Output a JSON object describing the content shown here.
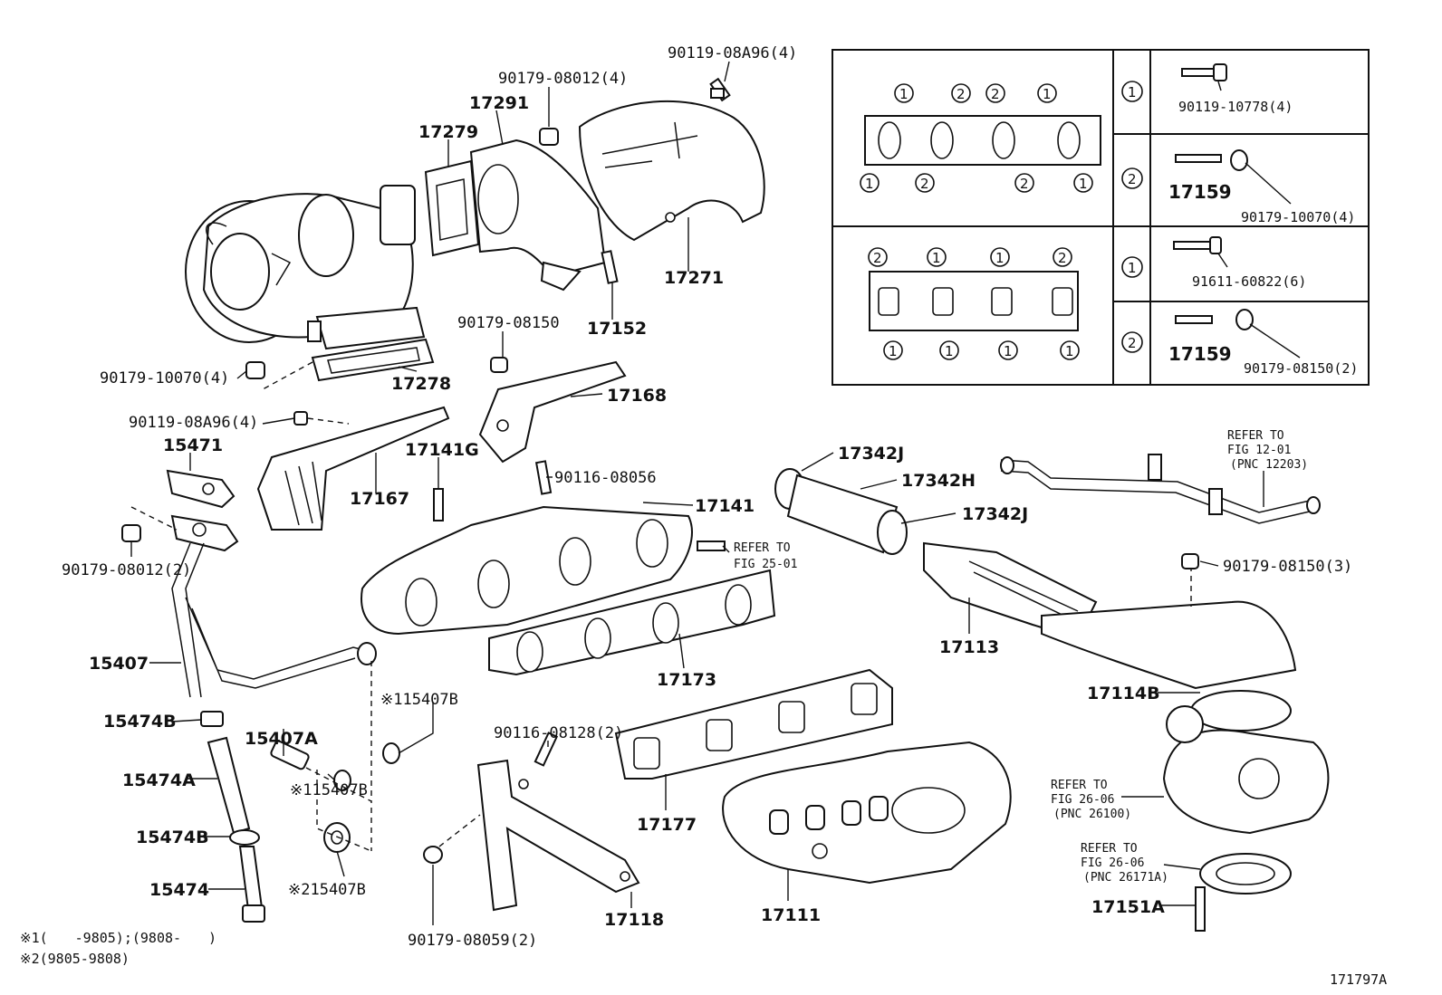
{
  "labels": {
    "p90119_08A96_top": "90119-08A96(4)",
    "p90179_08012_top": "90179-08012(4)",
    "p17291": "17291",
    "p17279": "17279",
    "p17271": "17271",
    "p17152": "17152",
    "p90179_08150": "90179-08150",
    "p90179_10070": "90179-10070(4)",
    "p17278": "17278",
    "p17168": "17168",
    "p90119_08A96_mid": "90119-08A96(4)",
    "p15471": "15471",
    "p17167": "17167",
    "p17141G": "17141G",
    "p90116_08056": "90116-08056",
    "p17141": "17141",
    "p90179_08012_mid": "90179-08012(2)",
    "p17173": "17173",
    "p15407": "15407",
    "p15407B_1": "※115407B",
    "p15474B_top": "15474B",
    "p15407A": "15407A",
    "p15474A": "15474A",
    "p15407B_2": "※115407B",
    "p15474B_bot": "15474B",
    "p15474": "15474",
    "p15407B_3": "※215407B",
    "p90116_08128": "90116-08128(2)",
    "p17177": "17177",
    "p90179_08059": "90179-08059(2)",
    "p17118": "17118",
    "p17111": "17111",
    "p17342J_top": "17342J",
    "p17342H": "17342H",
    "p17342J_bot": "17342J",
    "p17113": "17113",
    "p90179_08150_3": "90179-08150(3)",
    "p17114B": "17114B",
    "p17151A": "17151A"
  },
  "refs": {
    "fig25": [
      "REFER TO",
      "FIG 25-01"
    ],
    "fig12": [
      "REFER TO",
      "FIG 12-01",
      "(PNC 12203)"
    ],
    "fig26a": [
      "REFER TO",
      "FIG 26-06",
      "(PNC 26100)"
    ],
    "fig26b": [
      "REFER TO",
      "FIG 26-06",
      "(PNC 26171A)"
    ]
  },
  "table": {
    "row1_bolt": "90119-10778(4)",
    "row2_stud": "17159",
    "row2_nut": "90179-10070(4)",
    "row3_bolt": "91611-60822(6)",
    "row4_stud": "17159",
    "row4_nut": "90179-08150(2)",
    "circle_1": "1",
    "circle_2": "2"
  },
  "notes": {
    "note1": "※1(　　-9805);(9808-　　)",
    "note2": "※2(9805-9808)"
  },
  "figure_id": "171797A"
}
